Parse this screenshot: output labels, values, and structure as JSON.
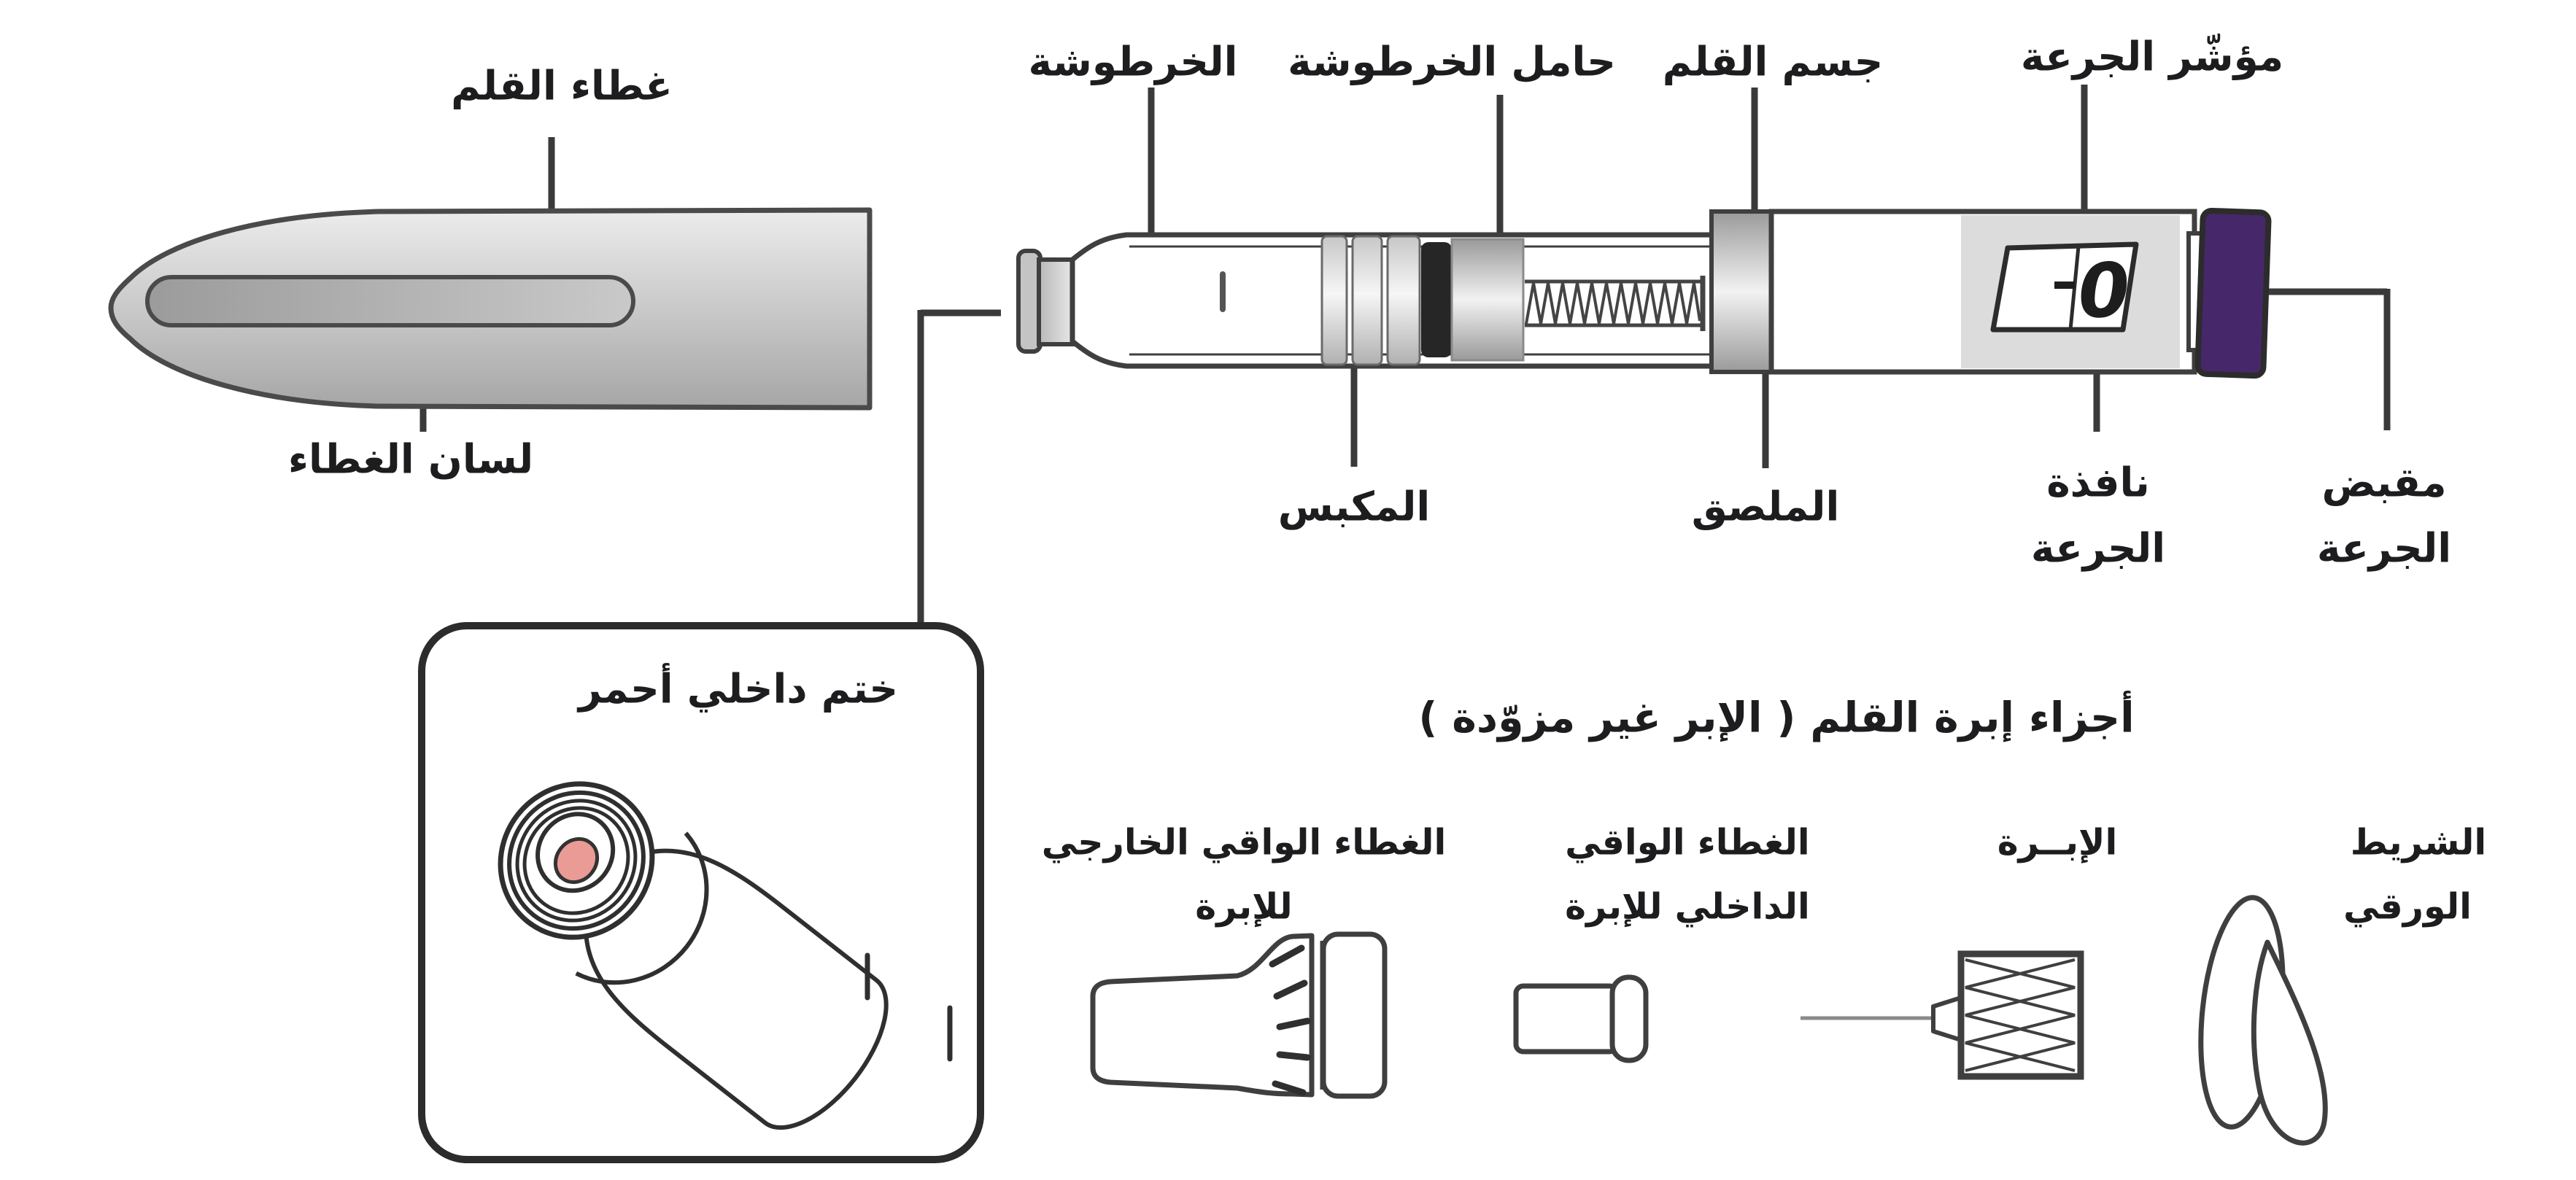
{
  "colors": {
    "ink": "#383838",
    "outline": "#2c2c2c",
    "text": "#1d1d1f"
  },
  "pen_cap": {
    "label": "غطاء القلم",
    "tongue_label": "لسان الغطاء"
  },
  "pen": {
    "labels_top": [
      {
        "id": "cartridge",
        "text": "الخرطوشة"
      },
      {
        "id": "cartridge-holder",
        "text": "حامل الخرطوشة"
      },
      {
        "id": "pen-body",
        "text": "جسم القلم"
      },
      {
        "id": "dose-indicator",
        "text": "مؤشّر الجرعة"
      }
    ],
    "labels_bottom": [
      {
        "id": "plunger",
        "text": "المكبس"
      },
      {
        "id": "sticker",
        "text": "الملصق"
      },
      {
        "id": "dose-window",
        "line1": "نافذة",
        "line2": "الجرعة"
      },
      {
        "id": "dose-knob",
        "line1": "مقبض",
        "line2": "الجرعة"
      }
    ],
    "dose_window_value": "0",
    "knob_color": "#46286a"
  },
  "seal_box": {
    "label": "ختم داخلي أحمر",
    "seal_color": "#eb9b95"
  },
  "needle_section": {
    "title": "أجزاء إبرة القلم ( الإبر غير مزوّدة )",
    "parts": [
      {
        "id": "outer-needle-cap",
        "line1": "الغطاء الواقي الخارجي",
        "line2": "للإبرة"
      },
      {
        "id": "inner-needle-cap",
        "line1": "الغطاء الواقي",
        "line2": "الداخلي للإبرة"
      },
      {
        "id": "needle",
        "line1": "الإبــرة",
        "line2": ""
      },
      {
        "id": "paper-tab",
        "line1": "الشريط",
        "line2": "الورقي"
      }
    ]
  }
}
